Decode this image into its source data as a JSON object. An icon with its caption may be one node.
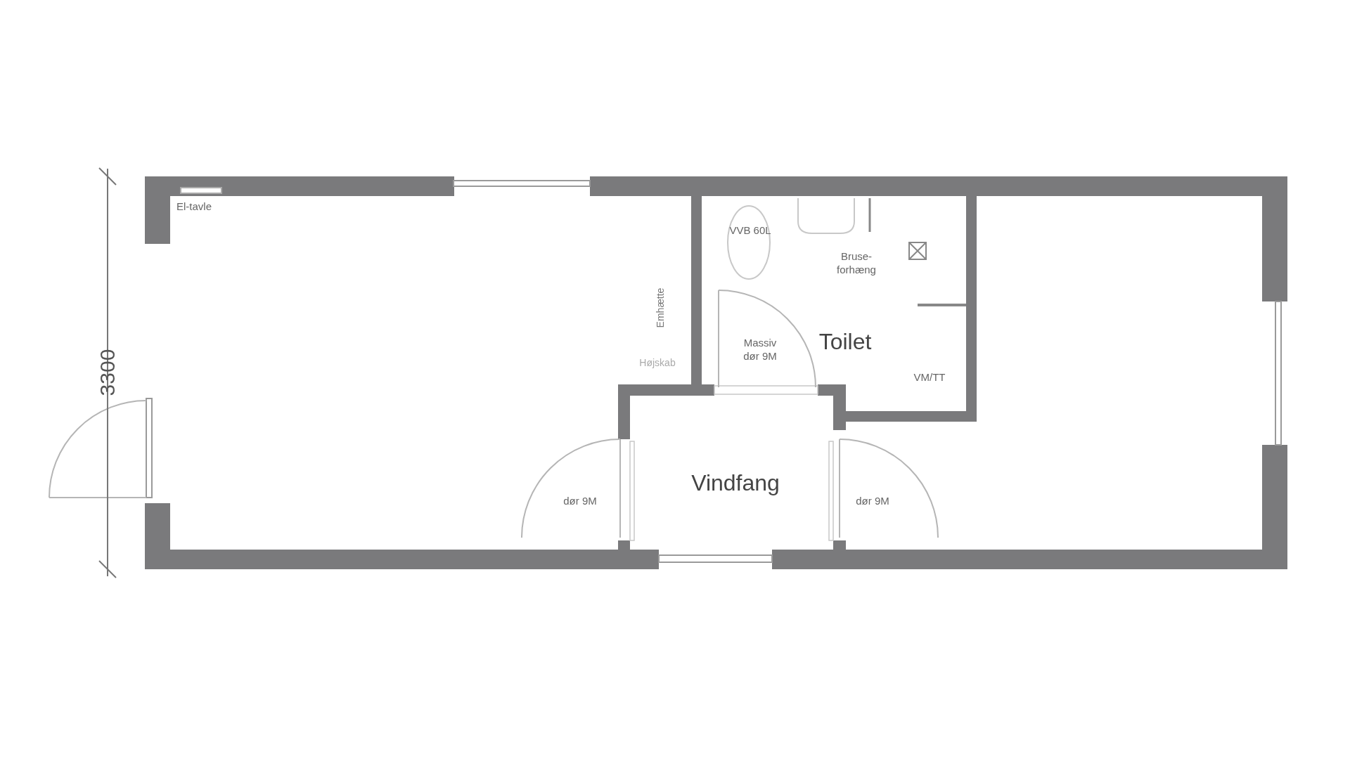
{
  "diagram": {
    "labels": [
      "El-tavle",
      "VVB 60L",
      "Bruse- forhæng",
      "Emhætte",
      "Massiv dør 9M",
      "Toilet",
      "Højskab",
      "VM/TT",
      "Vindfang",
      "dør 9M",
      "dør 9M",
      "3300"
    ]
  }
}
